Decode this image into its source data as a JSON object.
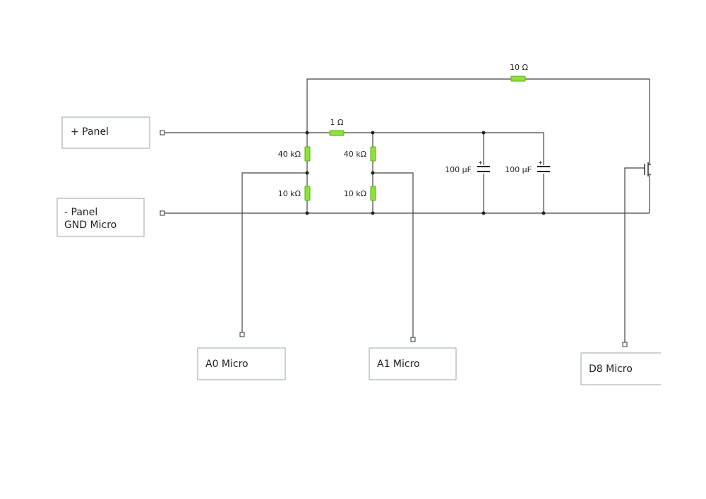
{
  "labels": {
    "plus_panel": "+ Panel",
    "minus_panel": "- Panel",
    "gnd_micro": "GND Micro",
    "a0": "A0 Micro",
    "a1": "A1 Micro",
    "d8": "D8 Micro"
  },
  "components": {
    "r_top": "10 Ω",
    "r_series": "1 Ω",
    "r_div1_high": "40 kΩ",
    "r_div1_low": "10 kΩ",
    "r_div2_high": "40 kΩ",
    "r_div2_low": "10 kΩ",
    "c1": "100 µF",
    "c2": "100 µF",
    "c1_plus": "+",
    "c2_plus": "+"
  },
  "colors": {
    "resistor": "#8ee23a",
    "wire": "#444444"
  }
}
